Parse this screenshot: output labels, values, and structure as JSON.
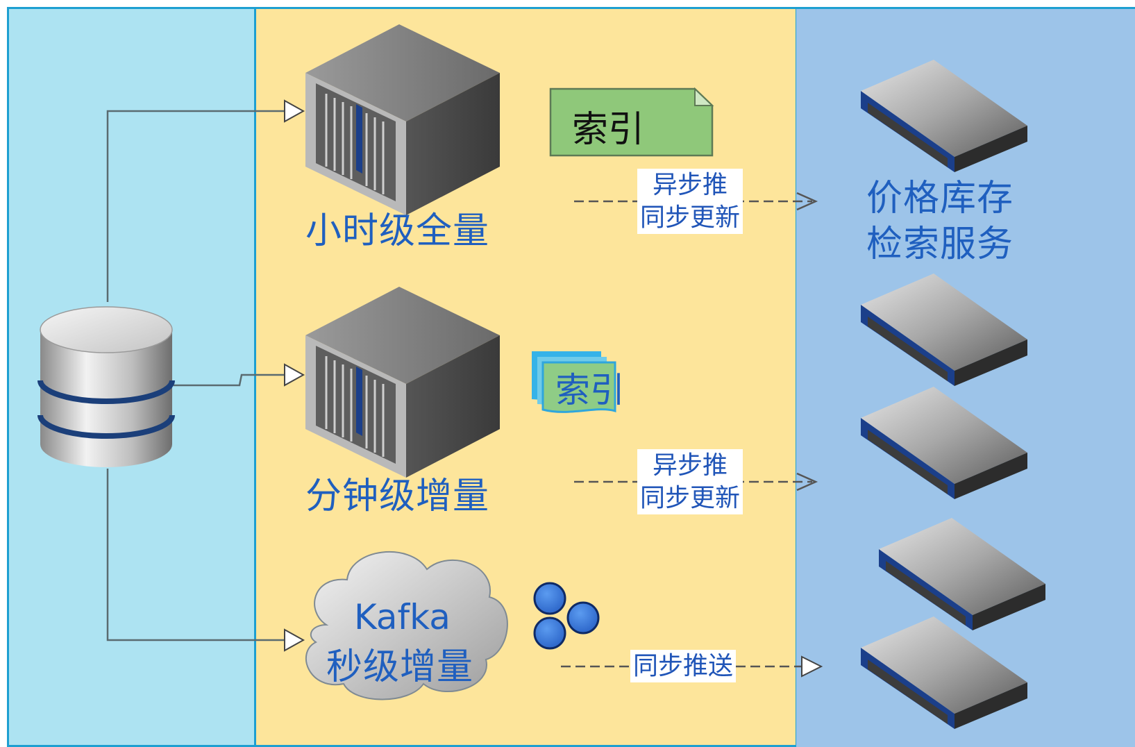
{
  "sources": {
    "hourly_full": "小时级全量",
    "minute_incremental": "分钟级增量",
    "kafka": "Kafka",
    "second_incremental": "秒级增量"
  },
  "index": {
    "file_label": "索引",
    "stack_label": "索引"
  },
  "push": {
    "async_line1": "异步推",
    "async_line2": "同步更新",
    "async2_line1": "异步推",
    "async2_line2": "同步更新",
    "sync_push": "同步推送"
  },
  "service": {
    "line1": "价格库存",
    "line2": "检索服务"
  },
  "colors": {
    "left_panel": "#ade3f2",
    "middle_panel": "#fde59b",
    "right_panel": "#9dc4e9",
    "label_blue": "#1f5fbf",
    "index_green": "#8fc87a"
  }
}
